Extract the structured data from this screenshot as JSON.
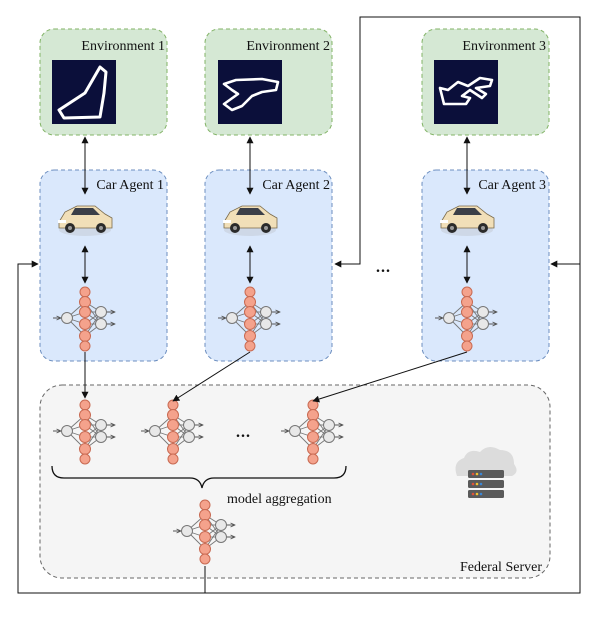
{
  "environments": [
    {
      "label": "Environment 1",
      "track": "track-1"
    },
    {
      "label": "Environment 2",
      "track": "track-2"
    },
    {
      "label": "Environment 3",
      "track": "track-3"
    }
  ],
  "agents": [
    {
      "label": "Car Agent 1"
    },
    {
      "label": "Car Agent 2"
    },
    {
      "label": "Car Agent 3"
    }
  ],
  "ellipsis": "...",
  "server": {
    "label": "Federal Server",
    "aggregation_label": "model aggregation",
    "ellipsis": "...",
    "icon": "cloud-server-icon"
  },
  "colors": {
    "environment_fill": "#d5e8d4",
    "environment_border": "#82b366",
    "agent_fill": "#dae8fc",
    "agent_border": "#6c8ebf",
    "server_fill": "#f5f5f5",
    "server_border": "#666666",
    "neuron_active": "#f4a28c",
    "neuron_idle": "#e8e8e8",
    "track_bg": "#0b0f3a"
  }
}
